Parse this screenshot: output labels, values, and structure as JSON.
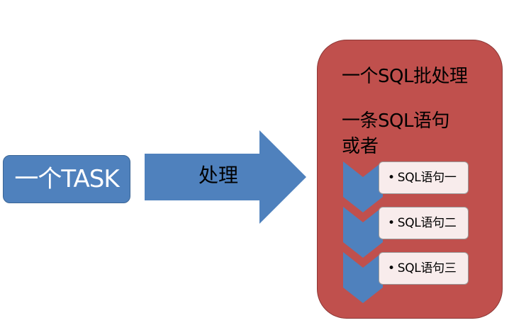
{
  "task": {
    "label": "一个TASK"
  },
  "arrow": {
    "label": "处理"
  },
  "panel": {
    "title": "一个SQL批处理",
    "line1": "一条SQL语句",
    "line2": "或者",
    "statements": [
      "SQL语句一",
      "SQL语句二",
      "SQL语句三"
    ],
    "bullet": "•"
  },
  "colors": {
    "blue": "#4f81bd",
    "red": "#c0504d",
    "statement_bg": "#f8ecec"
  }
}
